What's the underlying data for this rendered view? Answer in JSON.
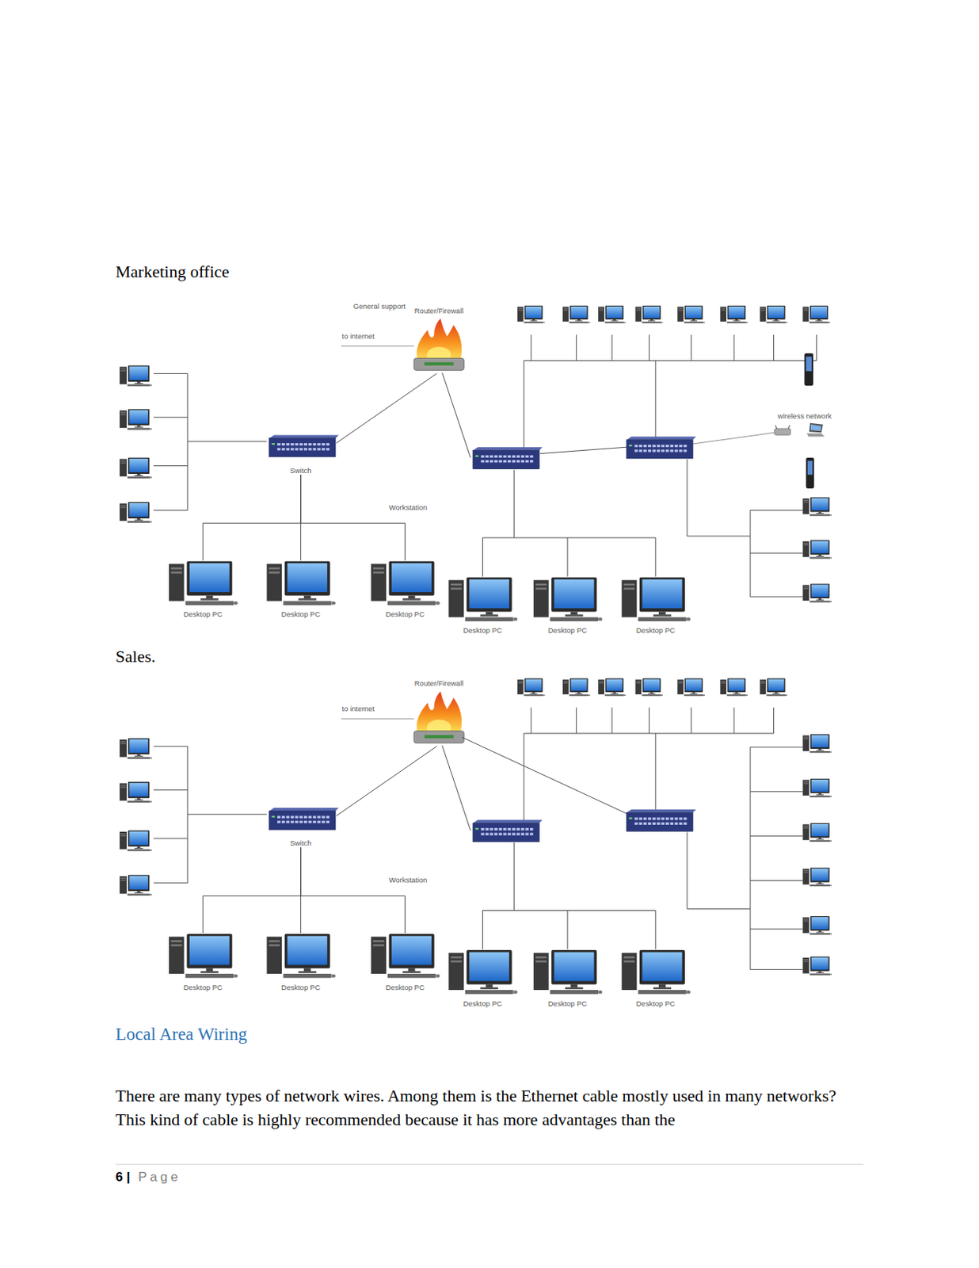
{
  "diagram": {
    "nodes": [
      {
        "text": [
          "Router/Firewall"
        ]
      },
      {
        "text": [
          "Switch"
        ]
      },
      {
        "text": [
          "Desktop PC"
        ]
      },
      {
        "text": [
          "Desktop PC"
        ]
      },
      {
        "text": [
          "Desktop PC"
        ]
      },
      {
        "text": [
          "Desktop PC"
        ]
      },
      {
        "text": [
          "Desktop PC"
        ]
      },
      {
        "text": [
          "Desktop PC"
        ]
      },
      {
        "text": [
          "Router/Firewall"
        ]
      },
      {
        "text": [
          "Switch"
        ]
      },
      {
        "text": [
          "Desktop PC"
        ]
      },
      {
        "text": [
          "Desktop PC"
        ]
      },
      {
        "text": [
          "Desktop PC"
        ]
      },
      {
        "text": [
          "Desktop PC"
        ]
      },
      {
        "text": [
          "Desktop PC"
        ]
      },
      {
        "text": [
          "Desktop PC"
        ]
      }
    ],
    "edges": [
      {
        "from": 0,
        "to": 1,
        "arrow": "none"
      },
      {
        "from": 1,
        "to": 2,
        "arrow": "none"
      },
      {
        "from": 1,
        "to": 3,
        "arrow": "none"
      },
      {
        "from": 1,
        "to": 4,
        "arrow": "none"
      },
      {
        "from": 8,
        "to": 9,
        "arrow": "none"
      },
      {
        "from": 9,
        "to": 10,
        "arrow": "none"
      },
      {
        "from": 9,
        "to": 11,
        "arrow": "none"
      },
      {
        "from": 9,
        "to": 12,
        "arrow": "none"
      }
    ],
    "labels": [
      "Marketing office",
      "General support",
      "to internet",
      "Workstation",
      "wireless network",
      "Sales.",
      "to internet",
      "Workstation",
      "Local Area Wiring",
      "There are many types of network wires. Among them is the Ethernet cable mostly used in many networks? This kind of cable is highly recommended because it has more advantages than the",
      "6 |",
      "Page"
    ]
  }
}
